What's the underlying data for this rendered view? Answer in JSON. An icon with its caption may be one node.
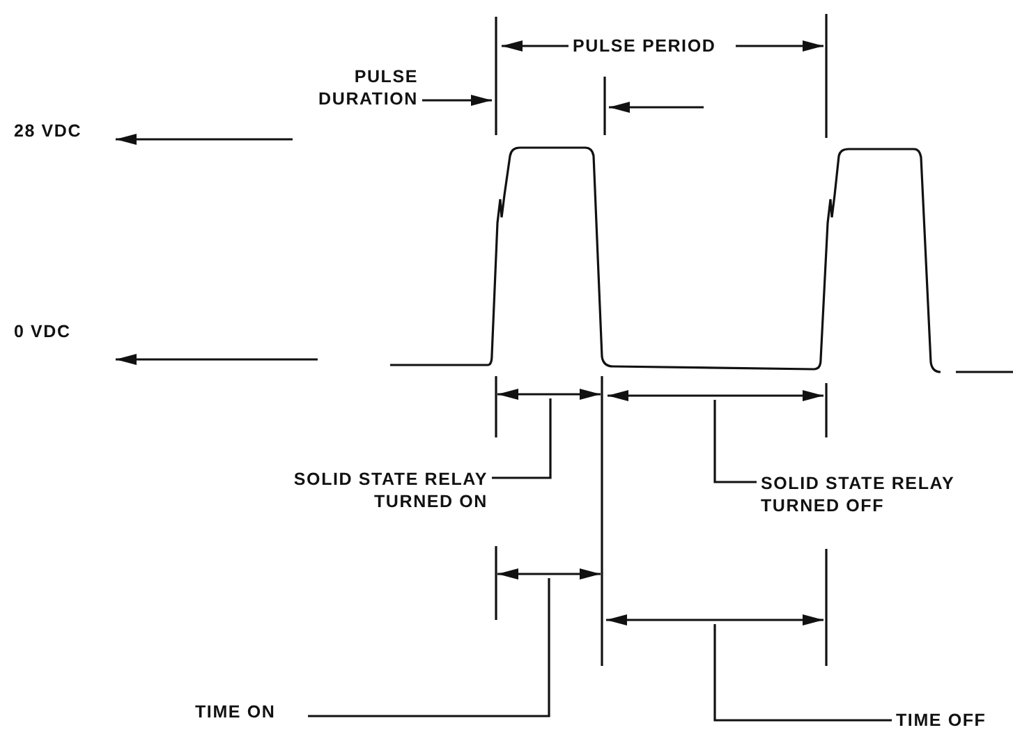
{
  "diagram": {
    "nodes": [
      {
        "text": [
          "28 VDC"
        ]
      },
      {
        "text": [
          "0 VDC"
        ]
      },
      {
        "text": [
          "PULSE DURATION"
        ]
      },
      {
        "text": [
          "SOLID STATE RELAY TURNED ON"
        ]
      },
      {
        "text": [
          "SOLID STATE RELAY TURNED OFF"
        ]
      },
      {
        "text": [
          "TIME ON"
        ]
      },
      {
        "text": [
          "TIME OFF"
        ]
      }
    ],
    "edges": [
      {
        "from": null,
        "to": 0,
        "arrow": "to"
      },
      {
        "from": null,
        "to": 1,
        "arrow": "to"
      },
      {
        "from": 2,
        "to": null,
        "arrow": "to"
      },
      {
        "from": 3,
        "to": null,
        "arrow": "none"
      },
      {
        "from": 4,
        "to": null,
        "arrow": "none"
      },
      {
        "from": 5,
        "to": null,
        "arrow": "none"
      },
      {
        "from": 6,
        "to": null,
        "arrow": "none"
      }
    ],
    "labels": [
      "PULSE PERIOD"
    ]
  }
}
